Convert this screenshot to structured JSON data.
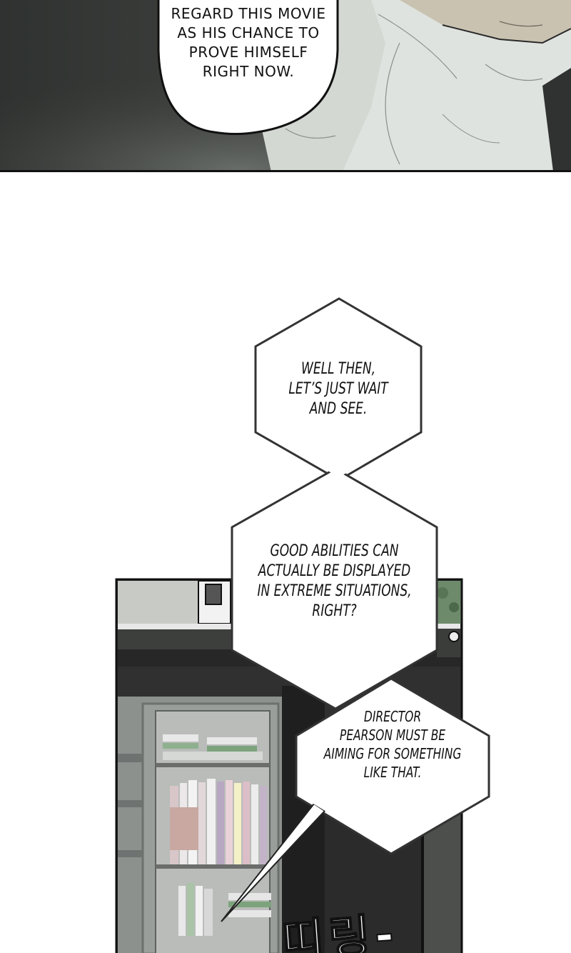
{
  "panel_top": {
    "speech_bubble_lines": [
      "REGARD THIS MOVIE",
      "AS HIS CHANCE TO",
      "PROVE HIMSELF",
      "RIGHT NOW."
    ]
  },
  "panel_bottom": {
    "hex_bubble_1_lines": [
      "WELL THEN,",
      "LET’S JUST WAIT",
      "AND SEE."
    ],
    "hex_bubble_2_lines": [
      "GOOD ABILITIES CAN",
      "ACTUALLY BE DISPLAYED",
      "IN EXTREME SITUATIONS,",
      "RIGHT?"
    ],
    "hex_bubble_3_lines": [
      "DIRECTOR",
      "PEARSON MUST BE",
      "AIMING FOR SOMETHING",
      "LIKE THAT."
    ],
    "sound_effect": "띠링-"
  },
  "colors": {
    "panel_dark": "#3a3d3a",
    "shirt_light": "#dfe3df",
    "skin": "#c9c2b1",
    "bookshelf_gray": "#8d918e",
    "border": "#111111"
  }
}
